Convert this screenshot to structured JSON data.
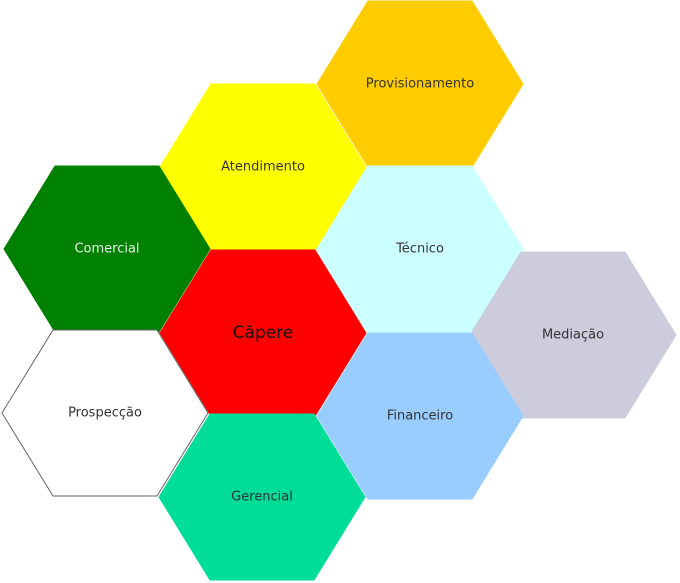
{
  "hexagons": [
    {
      "id": "provisionamento",
      "label": "Provisionamento",
      "fill": "#FFCC00",
      "stroke": "#FFCC00",
      "text_color": "#333333"
    },
    {
      "id": "atendimento",
      "label": "Atendimento",
      "fill": "#FFFF00",
      "stroke": "#FFFF00",
      "text_color": "#333333"
    },
    {
      "id": "comercial",
      "label": "Comercial",
      "fill": "#008000",
      "stroke": "#008000",
      "text_color": "#E6F2E6"
    },
    {
      "id": "tecnico",
      "label": "Técnico",
      "fill": "#CCFFFF",
      "stroke": "#CCFFFF",
      "text_color": "#333333"
    },
    {
      "id": "capere",
      "label": "Căpere",
      "fill": "#FF0000",
      "stroke": "#FF0000",
      "text_color": "#111111"
    },
    {
      "id": "mediacao",
      "label": "Mediação",
      "fill": "#CCCCDD",
      "stroke": "#CCCCDD",
      "text_color": "#333333"
    },
    {
      "id": "prospeccao",
      "label": "Prospecção",
      "fill": "#FFFFFF",
      "stroke": "#666666",
      "text_color": "#333333"
    },
    {
      "id": "financeiro",
      "label": "Financeiro",
      "fill": "#99CCFF",
      "stroke": "#99CCFF",
      "text_color": "#333333"
    },
    {
      "id": "gerencial",
      "label": "Gerencial",
      "fill": "#00DD99",
      "stroke": "#00DD99",
      "text_color": "#333333"
    }
  ]
}
